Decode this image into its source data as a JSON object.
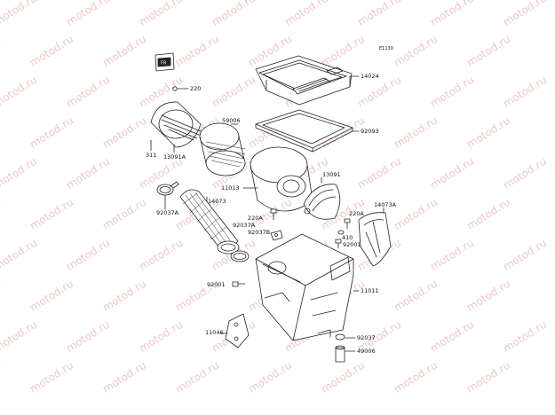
{
  "diagram_code": "E1130",
  "watermark_text": "motod.ru",
  "part_numbers": {
    "p220_top": "220",
    "p14024": "14024",
    "p59006": "59006",
    "p92093": "92093",
    "p311": "311",
    "p13091A": "13091A",
    "p13091": "13091",
    "p11013": "11013",
    "p14073A": "14073A",
    "p92037A_left": "92037A",
    "p14073": "14073",
    "p220A_left": "220A",
    "p220A_right": "220A",
    "p92037A_mid": "92037A",
    "p92037B": "92037B",
    "p410": "410",
    "p92001_right": "92001",
    "p11011": "11011",
    "p92001_left": "92001",
    "p11046": "11046",
    "p92037": "92037",
    "p49006": "49006"
  }
}
